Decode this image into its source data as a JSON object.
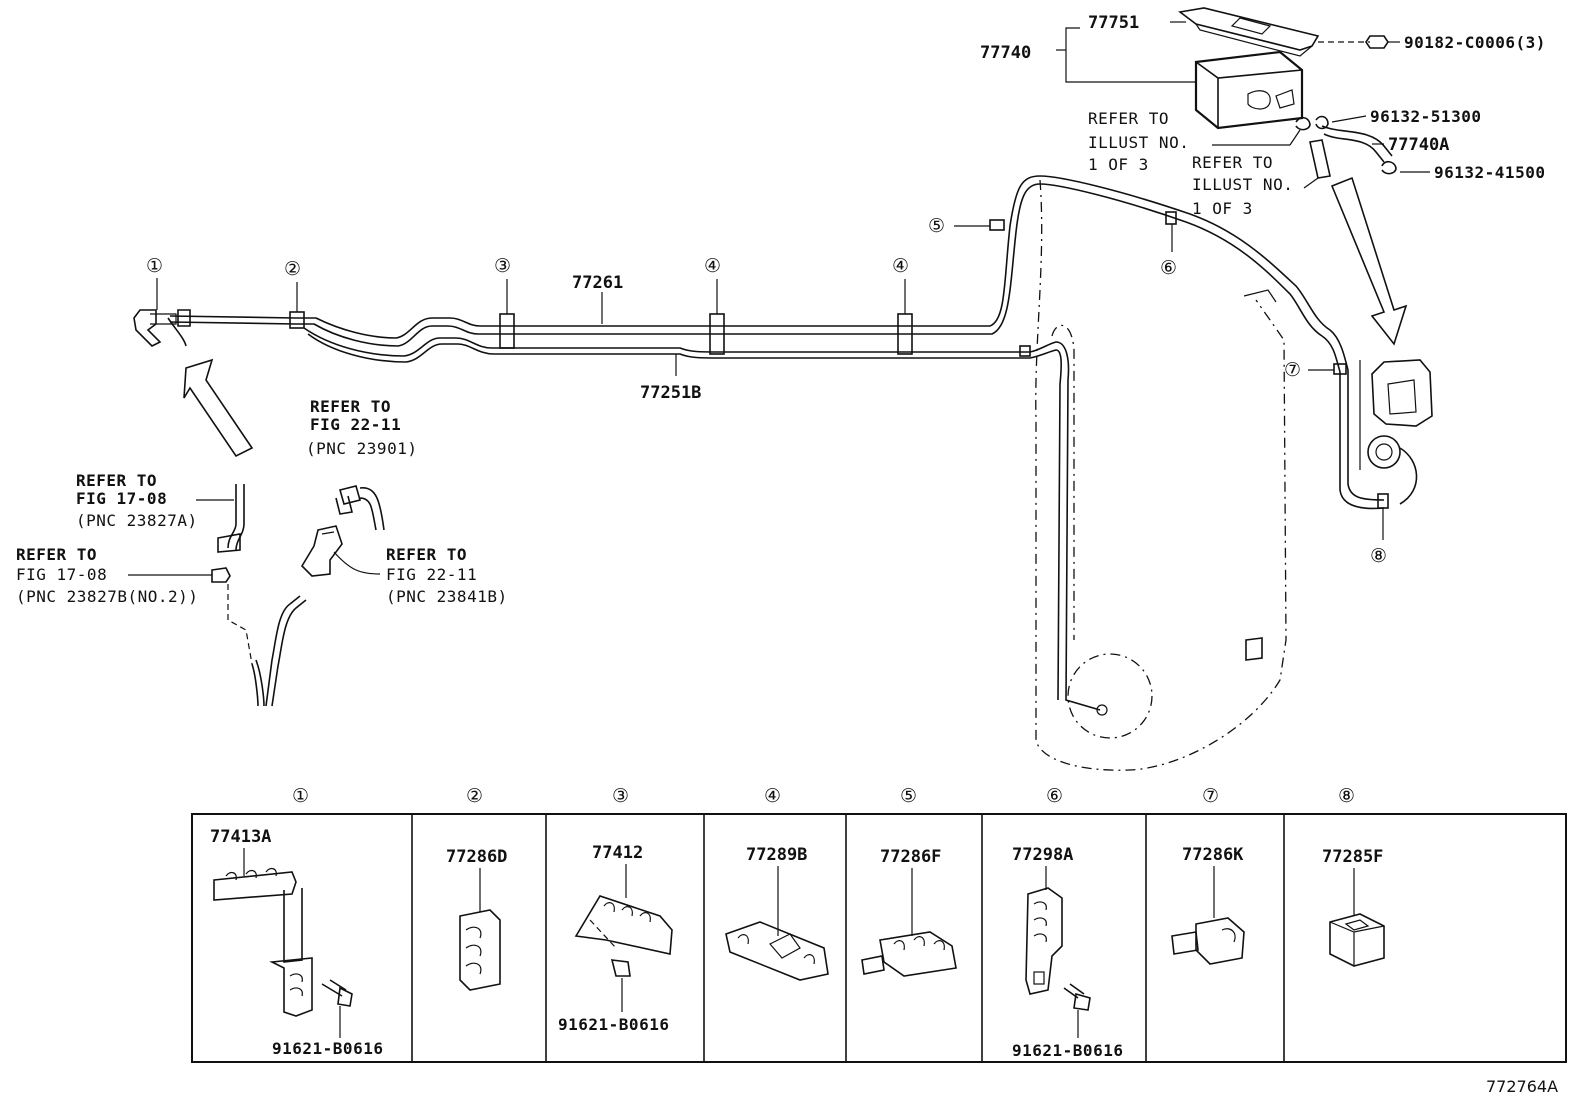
{
  "diagram": {
    "main_labels": {
      "tube_upper": "77261",
      "tube_lower": "77251B",
      "canister": "77740",
      "bracket": "77751",
      "nut": "90182-C0006(3)",
      "clamp_a": "96132-51300",
      "hose": "77740A",
      "clamp_b": "96132-41500"
    },
    "refer_notes": {
      "illust_1": [
        "REFER TO",
        "ILLUST NO.",
        "1 OF 3"
      ],
      "illust_2": [
        "REFER TO",
        "ILLUST NO.",
        "1 OF 3"
      ],
      "fig_22_11_a": [
        "REFER TO",
        "FIG 22-11",
        "(PNC 23901)"
      ],
      "fig_17_08_a": [
        "REFER TO",
        "FIG 17-08",
        "(PNC 23827A)"
      ],
      "fig_17_08_b": [
        "REFER TO",
        "FIG 17-08",
        "(PNC 23827B(NO.2))"
      ],
      "fig_22_11_b": [
        "REFER TO",
        "FIG 22-11",
        "(PNC 23841B)"
      ]
    },
    "callouts": {
      "c1": "①",
      "c2": "②",
      "c3": "③",
      "c4a": "④",
      "c4b": "④",
      "c5": "⑤",
      "c6": "⑥",
      "c7": "⑦",
      "c8": "⑧"
    },
    "parts_table": [
      {
        "num": "①",
        "part": "77413A",
        "bolt": "91621-B0616"
      },
      {
        "num": "②",
        "part": "77286D",
        "bolt": ""
      },
      {
        "num": "③",
        "part": "77412",
        "bolt": "91621-B0616"
      },
      {
        "num": "④",
        "part": "77289B",
        "bolt": ""
      },
      {
        "num": "⑤",
        "part": "77286F",
        "bolt": ""
      },
      {
        "num": "⑥",
        "part": "77298A",
        "bolt": "91621-B0616"
      },
      {
        "num": "⑦",
        "part": "77286K",
        "bolt": ""
      },
      {
        "num": "⑧",
        "part": "77285F",
        "bolt": ""
      }
    ],
    "figure_id": "772764A"
  }
}
